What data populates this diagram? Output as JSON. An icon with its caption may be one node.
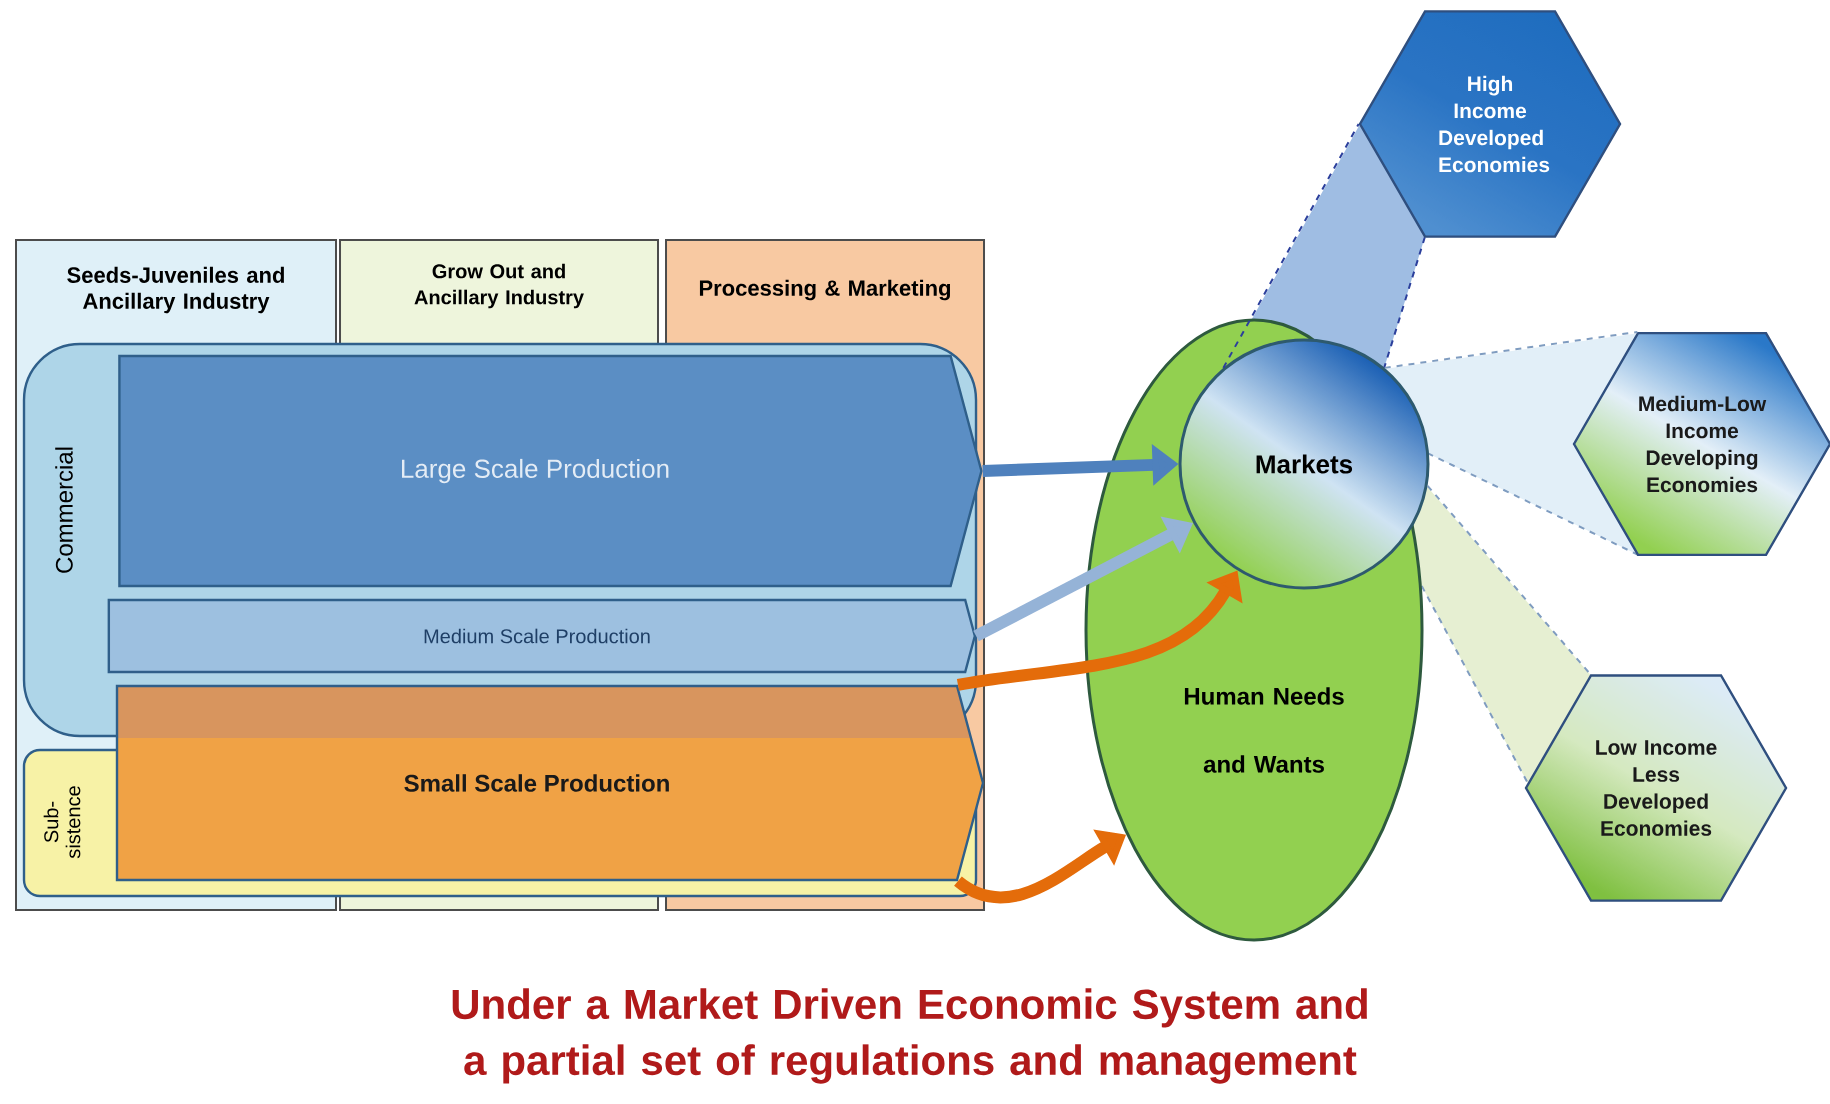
{
  "diagram": {
    "caption": "Under a Market Driven Economic System and a partial set of regulations and management",
    "nodes": [
      {
        "text": [
          "Seeds-Juveniles and Ancillary Industry"
        ]
      },
      {
        "text": [
          "Grow Out and Ancillary Industry"
        ]
      },
      {
        "text": [
          "Processing & Marketing"
        ]
      },
      {
        "text": [
          "Commercial"
        ]
      },
      {
        "text": [
          "Sub- sistence"
        ]
      },
      {
        "text": [
          "Large Scale Production"
        ],
        "in": 3
      },
      {
        "text": [
          "Medium Scale Production"
        ],
        "in": 3
      },
      {
        "text": [
          "Small Scale Production"
        ]
      },
      {
        "text": [
          "Human Needs and Wants"
        ]
      },
      {
        "text": [
          "Markets"
        ],
        "in": 8
      },
      {
        "text": [
          "High Income Developed Economies"
        ]
      },
      {
        "text": [
          "Medium-Low Income Developing Economies"
        ]
      },
      {
        "text": [
          "Low Income Less Developed Economies"
        ]
      }
    ],
    "edges": [
      {
        "from": 5,
        "to": 9,
        "arrow": "to",
        "color": "#4f81bd"
      },
      {
        "from": 6,
        "to": 9,
        "arrow": "to",
        "color": "#95b3d7"
      },
      {
        "from": 7,
        "to": 9,
        "arrow": "to",
        "color": "#e46c0a"
      },
      {
        "from": 7,
        "to": 8,
        "arrow": "to",
        "color": "#e46c0a"
      },
      {
        "from": 9,
        "to": 10,
        "arrow": "none",
        "style": "dashed",
        "color": "#2b3f9c"
      },
      {
        "from": 9,
        "to": 11,
        "arrow": "none",
        "style": "dashed",
        "color": "#7f9cc0"
      },
      {
        "from": 9,
        "to": 12,
        "arrow": "none",
        "style": "dashed",
        "color": "#7f9cc0"
      }
    ]
  }
}
